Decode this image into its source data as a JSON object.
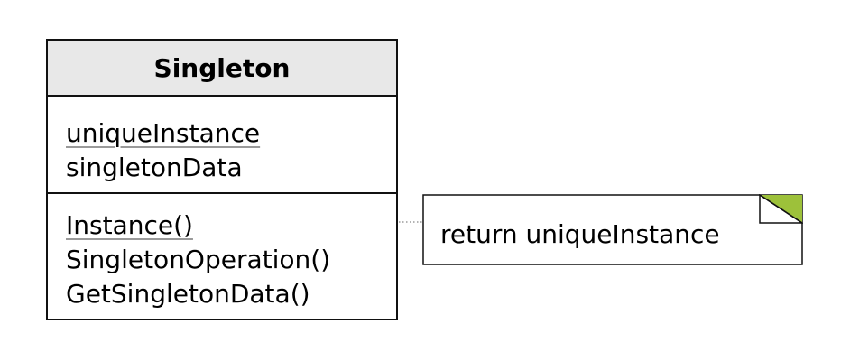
{
  "diagram": {
    "class": {
      "name": "Singleton",
      "attributes": [
        {
          "text": "uniqueInstance",
          "static": true
        },
        {
          "text": "singletonData",
          "static": false
        }
      ],
      "operations": [
        {
          "text": "Instance()",
          "static": true
        },
        {
          "text": "SingletonOperation()",
          "static": false
        },
        {
          "text": "GetSingletonData()",
          "static": false
        }
      ]
    },
    "note": {
      "text": "return uniqueInstance",
      "corner_color": "#9dc13a"
    },
    "colors": {
      "header_fill": "#e8e8e8",
      "border": "#111111",
      "connector": "#888888"
    }
  }
}
